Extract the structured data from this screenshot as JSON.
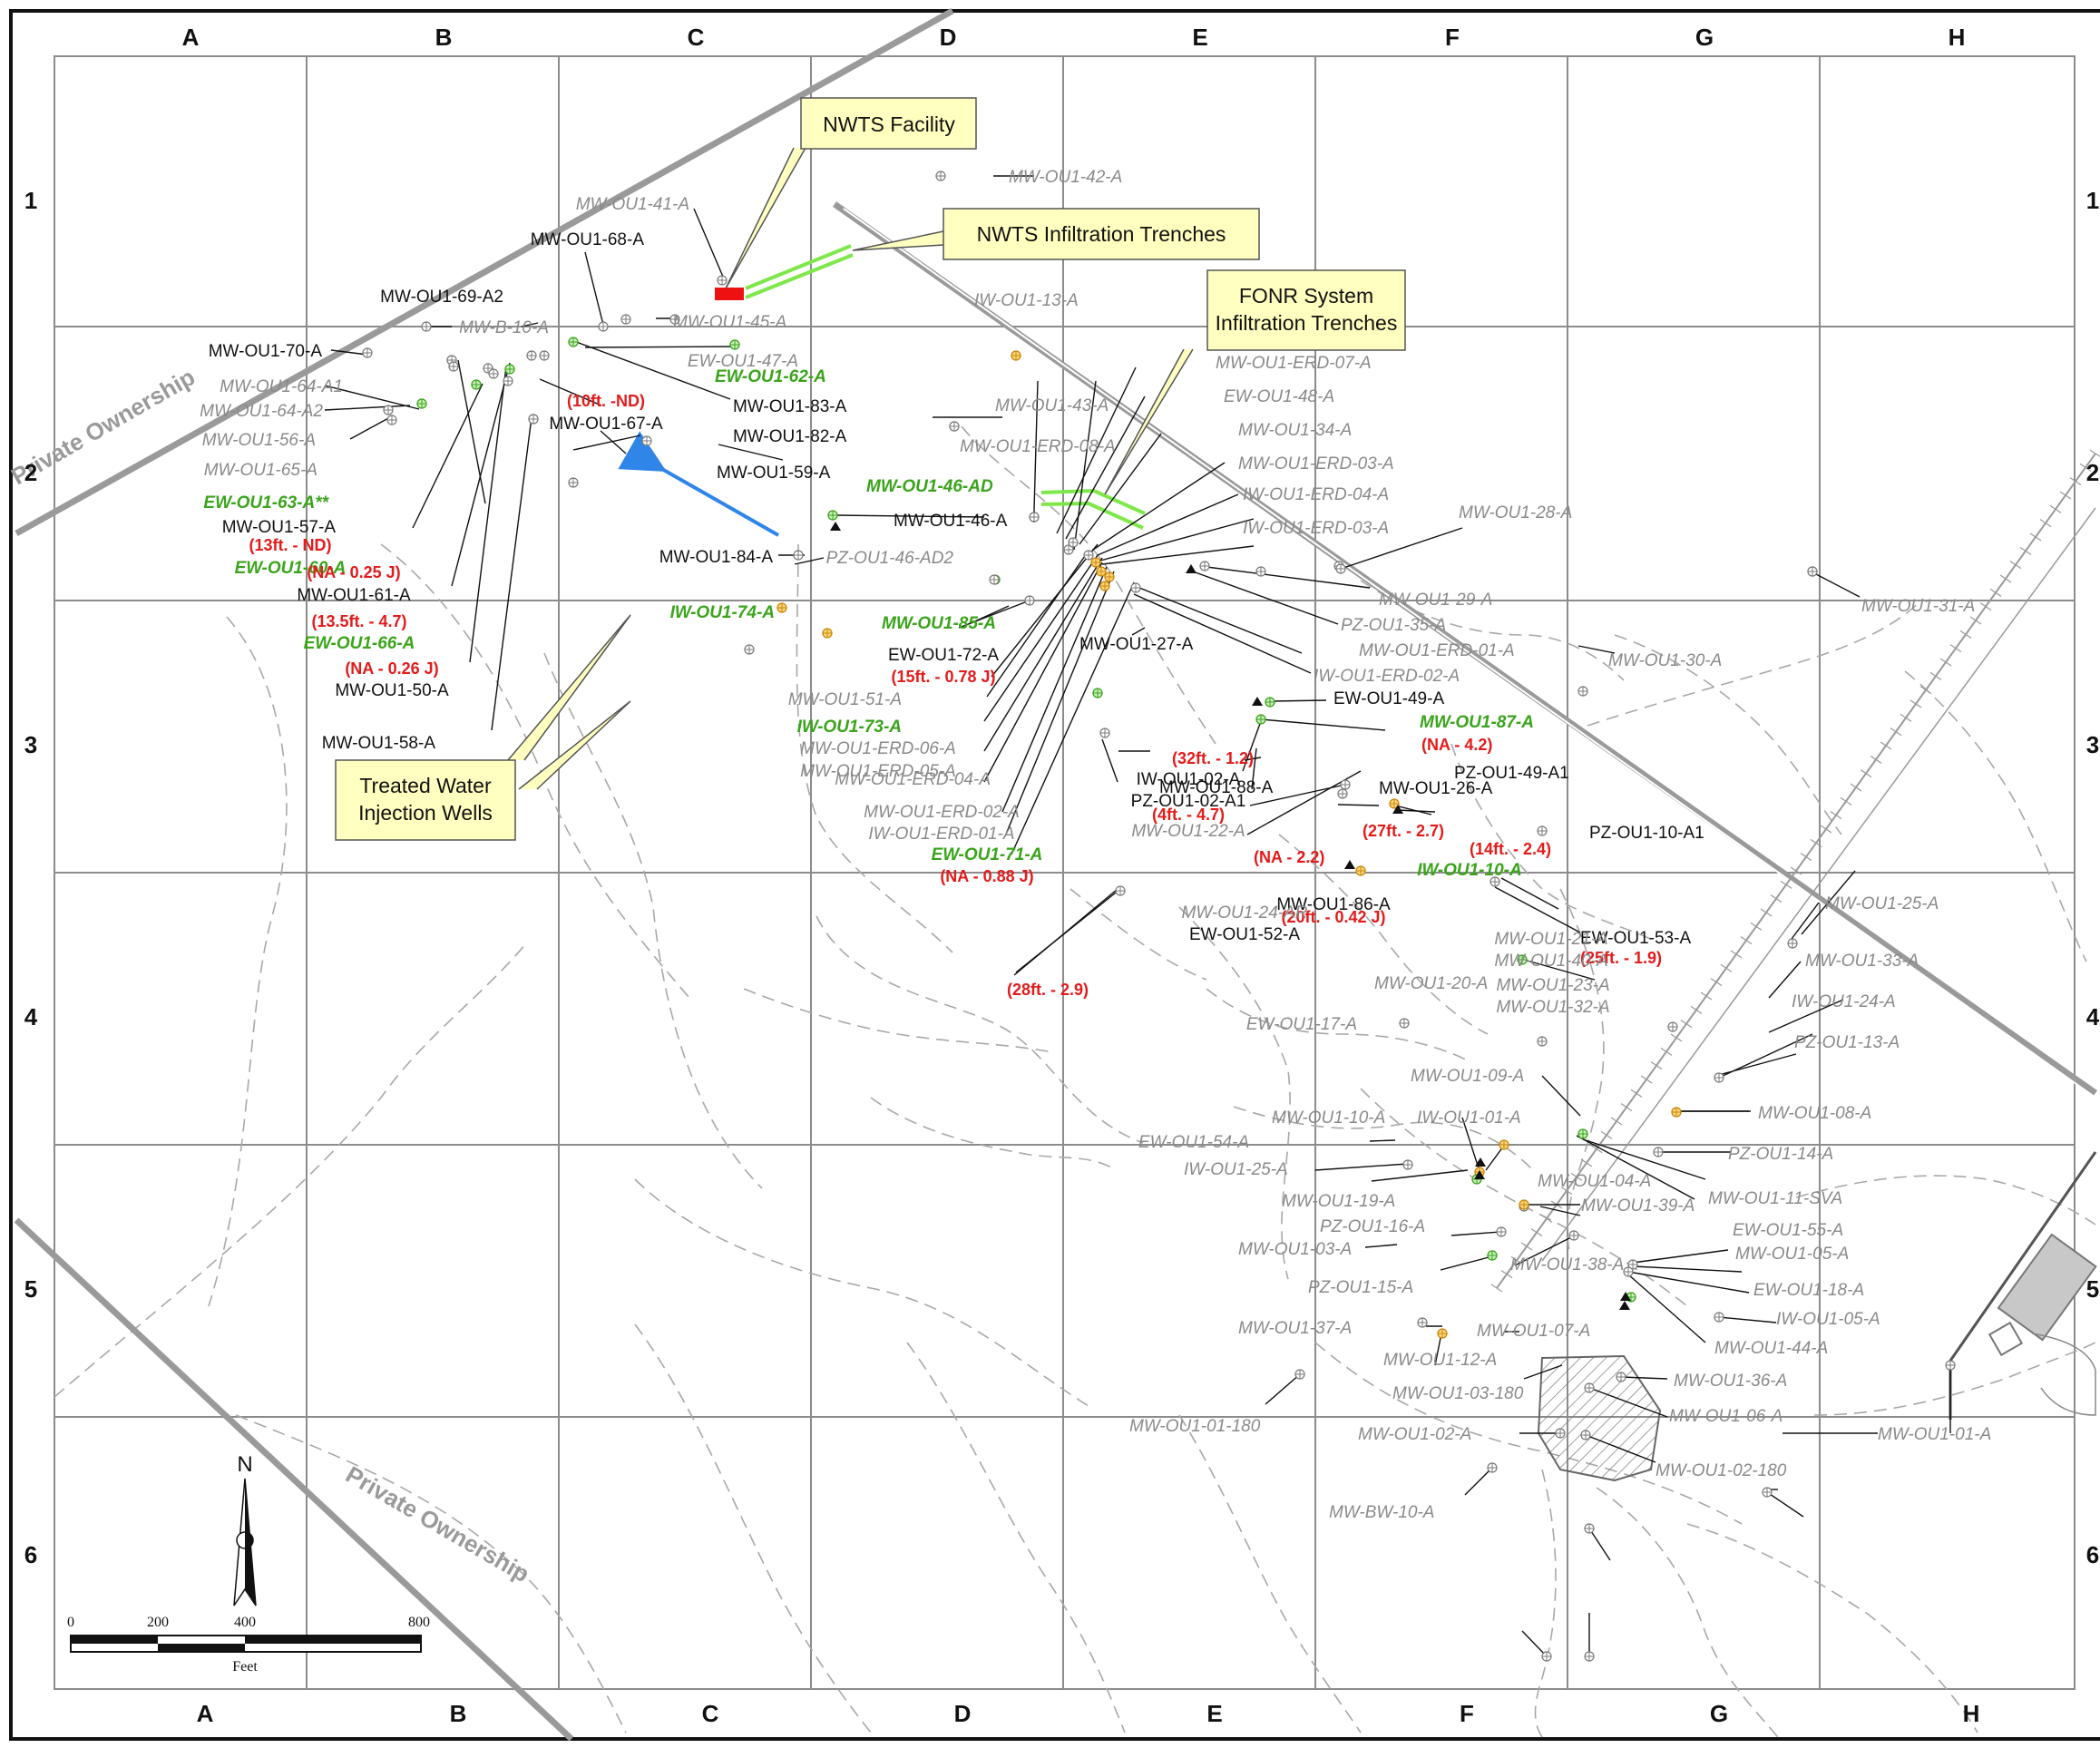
{
  "grid": {
    "columns": [
      "A",
      "B",
      "C",
      "D",
      "E",
      "F",
      "G",
      "H"
    ],
    "rows": [
      "1",
      "2",
      "3",
      "4",
      "5",
      "6"
    ],
    "right_edge_rows": [
      "1",
      "2",
      "3",
      "4",
      "5",
      "6"
    ]
  },
  "owner_labels": [
    "Private Ownership",
    "Private Ownership"
  ],
  "callouts": [
    {
      "id": "nwts-facility",
      "lines": [
        "NWTS Facility"
      ]
    },
    {
      "id": "nwts-trenches",
      "lines": [
        "NWTS Infiltration Trenches"
      ]
    },
    {
      "id": "fonr",
      "lines": [
        "FONR System",
        "Infiltration Trenches"
      ]
    },
    {
      "id": "treated",
      "lines": [
        "Treated Water",
        "Injection Wells"
      ]
    }
  ],
  "north_label": "N",
  "scale_bar": {
    "ticks": [
      "0",
      "200",
      "400",
      "800"
    ],
    "unit": "Feet"
  },
  "labels": [
    {
      "t": "MW-OU1-42-A",
      "s": "grey"
    },
    {
      "t": "MW-OU1-41-A",
      "s": "grey"
    },
    {
      "t": "MW-OU1-68-A",
      "s": "black"
    },
    {
      "t": "MW-OU1-69-A2",
      "s": "black"
    },
    {
      "t": "MW-B-10-A",
      "s": "grey"
    },
    {
      "t": "MW-OU1-45-A",
      "s": "grey"
    },
    {
      "t": "IW-OU1-13-A",
      "s": "grey"
    },
    {
      "t": "MW-OU1-70-A",
      "s": "black"
    },
    {
      "t": "EW-OU1-47-A",
      "s": "grey"
    },
    {
      "t": "EW-OU1-62-A",
      "s": "green"
    },
    {
      "t": "MW-OU1-64-A1",
      "s": "grey"
    },
    {
      "t": "MW-OU1-64-A2",
      "s": "grey"
    },
    {
      "t": "MW-OU1-56-A",
      "s": "grey"
    },
    {
      "t": "MW-OU1-65-A",
      "s": "grey"
    },
    {
      "t": "EW-OU1-63-A**",
      "s": "green"
    },
    {
      "t": "MW-OU1-57-A",
      "s": "black"
    },
    {
      "t": "(13ft. - ND)",
      "s": "red"
    },
    {
      "t": "EW-OU1-60-A",
      "s": "green"
    },
    {
      "t": "(NA - 0.25 J)",
      "s": "red"
    },
    {
      "t": "MW-OU1-61-A",
      "s": "black"
    },
    {
      "t": "(13.5ft. - 4.7)",
      "s": "red"
    },
    {
      "t": "EW-OU1-66-A",
      "s": "green"
    },
    {
      "t": "(NA - 0.26 J)",
      "s": "red"
    },
    {
      "t": "MW-OU1-50-A",
      "s": "black"
    },
    {
      "t": "MW-OU1-58-A",
      "s": "black"
    },
    {
      "t": "(10ft. -ND)",
      "s": "red"
    },
    {
      "t": "MW-OU1-67-A",
      "s": "black"
    },
    {
      "t": "MW-OU1-83-A",
      "s": "black"
    },
    {
      "t": "MW-OU1-82-A",
      "s": "black"
    },
    {
      "t": "MW-OU1-59-A",
      "s": "black"
    },
    {
      "t": "MW-OU1-84-A",
      "s": "black"
    },
    {
      "t": "MW-OU1-46-AD",
      "s": "green"
    },
    {
      "t": "MW-OU1-46-A",
      "s": "black"
    },
    {
      "t": "PZ-OU1-46-AD2",
      "s": "grey"
    },
    {
      "t": "MW-OU1-43-A",
      "s": "grey"
    },
    {
      "t": "MW-OU1-ERD-08-A",
      "s": "grey"
    },
    {
      "t": "MW-OU1-ERD-07-A",
      "s": "grey"
    },
    {
      "t": "EW-OU1-48-A",
      "s": "grey"
    },
    {
      "t": "MW-OU1-34-A",
      "s": "grey"
    },
    {
      "t": "MW-OU1-ERD-03-A",
      "s": "grey"
    },
    {
      "t": "IW-OU1-ERD-04-A",
      "s": "grey"
    },
    {
      "t": "IW-OU1-ERD-03-A",
      "s": "grey"
    },
    {
      "t": "MW-OU1-28-A",
      "s": "grey"
    },
    {
      "t": "MW-OU1-29-A",
      "s": "grey"
    },
    {
      "t": "PZ-OU1-35-A",
      "s": "grey"
    },
    {
      "t": "MW-OU1-ERD-01-A",
      "s": "grey"
    },
    {
      "t": "IW-OU1-ERD-02-A",
      "s": "grey"
    },
    {
      "t": "MW-OU1-31-A",
      "s": "grey"
    },
    {
      "t": "MW-OU1-30-A",
      "s": "grey"
    },
    {
      "t": "IW-OU1-74-A",
      "s": "green"
    },
    {
      "t": "MW-OU1-85-A",
      "s": "green"
    },
    {
      "t": "MW-OU1-27-A",
      "s": "black"
    },
    {
      "t": "EW-OU1-72-A",
      "s": "black"
    },
    {
      "t": "(15ft. - 0.78 J)",
      "s": "red"
    },
    {
      "t": "MW-OU1-51-A",
      "s": "grey"
    },
    {
      "t": "IW-OU1-73-A",
      "s": "green"
    },
    {
      "t": "MW-OU1-ERD-06-A",
      "s": "grey"
    },
    {
      "t": "MW-OU1-ERD-05-A",
      "s": "grey"
    },
    {
      "t": "MW-OU1-ERD-04-A",
      "s": "grey"
    },
    {
      "t": "MW-OU1-ERD-02-A",
      "s": "grey"
    },
    {
      "t": "IW-OU1-ERD-01-A",
      "s": "grey"
    },
    {
      "t": "EW-OU1-71-A",
      "s": "green"
    },
    {
      "t": "(NA - 0.88 J)",
      "s": "red"
    },
    {
      "t": "EW-OU1-49-A",
      "s": "black"
    },
    {
      "t": "MW-OU1-87-A",
      "s": "green"
    },
    {
      "t": "(NA - 4.2)",
      "s": "red"
    },
    {
      "t": "PZ-OU1-49-A1",
      "s": "black"
    },
    {
      "t": "(32ft. - 1.2)",
      "s": "red"
    },
    {
      "t": "IW-OU1-02-A",
      "s": "black"
    },
    {
      "t": "PZ-OU1-02-A1",
      "s": "black"
    },
    {
      "t": "MW-OU1-88-A",
      "s": "black"
    },
    {
      "t": "(4ft. - 4.7)",
      "s": "red"
    },
    {
      "t": "MW-OU1-22-A",
      "s": "grey"
    },
    {
      "t": "MW-OU1-26-A",
      "s": "black"
    },
    {
      "t": "(27ft. - 2.7)",
      "s": "red"
    },
    {
      "t": "PZ-OU1-10-A1",
      "s": "black"
    },
    {
      "t": "(14ft. - 2.4)",
      "s": "red"
    },
    {
      "t": "IW-OU1-10-A",
      "s": "green"
    },
    {
      "t": "(NA - 2.2)",
      "s": "red"
    },
    {
      "t": "MW-OU1-86-A",
      "s": "black"
    },
    {
      "t": "(20ft. - 0.42 J)",
      "s": "red"
    },
    {
      "t": "MW-OU1-24-AR",
      "s": "grey"
    },
    {
      "t": "EW-OU1-52-A",
      "s": "black"
    },
    {
      "t": "(28ft. - 2.9)",
      "s": "red"
    },
    {
      "t": "EW-OU1-53-A",
      "s": "black"
    },
    {
      "t": "(25ft. - 1.9)",
      "s": "red"
    },
    {
      "t": "MW-OU1-21-A",
      "s": "grey"
    },
    {
      "t": "MW-OU1-40-A",
      "s": "grey"
    },
    {
      "t": "MW-OU1-23-A",
      "s": "grey"
    },
    {
      "t": "MW-OU1-32-A",
      "s": "grey"
    },
    {
      "t": "MW-OU1-25-A",
      "s": "grey"
    },
    {
      "t": "MW-OU1-33-A",
      "s": "grey"
    },
    {
      "t": "MW-OU1-20-A",
      "s": "grey"
    },
    {
      "t": "IW-OU1-24-A",
      "s": "grey"
    },
    {
      "t": "EW-OU1-17-A",
      "s": "grey"
    },
    {
      "t": "PZ-OU1-13-A",
      "s": "grey"
    },
    {
      "t": "MW-OU1-09-A",
      "s": "grey"
    },
    {
      "t": "MW-OU1-08-A",
      "s": "grey"
    },
    {
      "t": "MW-OU1-10-A",
      "s": "grey"
    },
    {
      "t": "IW-OU1-01-A",
      "s": "grey"
    },
    {
      "t": "EW-OU1-54-A",
      "s": "grey"
    },
    {
      "t": "PZ-OU1-14-A",
      "s": "grey"
    },
    {
      "t": "IW-OU1-25-A",
      "s": "grey"
    },
    {
      "t": "MW-OU1-04-A",
      "s": "grey"
    },
    {
      "t": "MW-OU1-11-SVA",
      "s": "grey"
    },
    {
      "t": "MW-OU1-19-A",
      "s": "grey"
    },
    {
      "t": "MW-OU1-39-A",
      "s": "grey"
    },
    {
      "t": "PZ-OU1-16-A",
      "s": "grey"
    },
    {
      "t": "EW-OU1-55-A",
      "s": "grey"
    },
    {
      "t": "MW-OU1-03-A",
      "s": "grey"
    },
    {
      "t": "MW-OU1-38-A",
      "s": "grey"
    },
    {
      "t": "MW-OU1-05-A",
      "s": "grey"
    },
    {
      "t": "PZ-OU1-15-A",
      "s": "grey"
    },
    {
      "t": "EW-OU1-18-A",
      "s": "grey"
    },
    {
      "t": "IW-OU1-05-A",
      "s": "grey"
    },
    {
      "t": "MW-OU1-37-A",
      "s": "grey"
    },
    {
      "t": "MW-OU1-07-A",
      "s": "grey"
    },
    {
      "t": "MW-OU1-44-A",
      "s": "grey"
    },
    {
      "t": "MW-OU1-12-A",
      "s": "grey"
    },
    {
      "t": "MW-OU1-36-A",
      "s": "grey"
    },
    {
      "t": "MW-OU1-03-180",
      "s": "grey"
    },
    {
      "t": "MW-OU1-01-180",
      "s": "grey"
    },
    {
      "t": "MW-OU1-06-A",
      "s": "grey"
    },
    {
      "t": "MW-OU1-02-A",
      "s": "grey"
    },
    {
      "t": "MW-OU1-01-A",
      "s": "grey"
    },
    {
      "t": "MW-OU1-02-180",
      "s": "grey"
    },
    {
      "t": "MW-BW-10-A",
      "s": "grey"
    }
  ],
  "colors": {
    "grid": "#8c8c8c",
    "road": "#9a9a9a",
    "green_label": "#3aa41b",
    "red_value": "#e31b1b",
    "callout_fill": "#ffffc0",
    "trench": "#7ee84a",
    "facility": "#ee1111",
    "arrow": "#2f86e8"
  }
}
